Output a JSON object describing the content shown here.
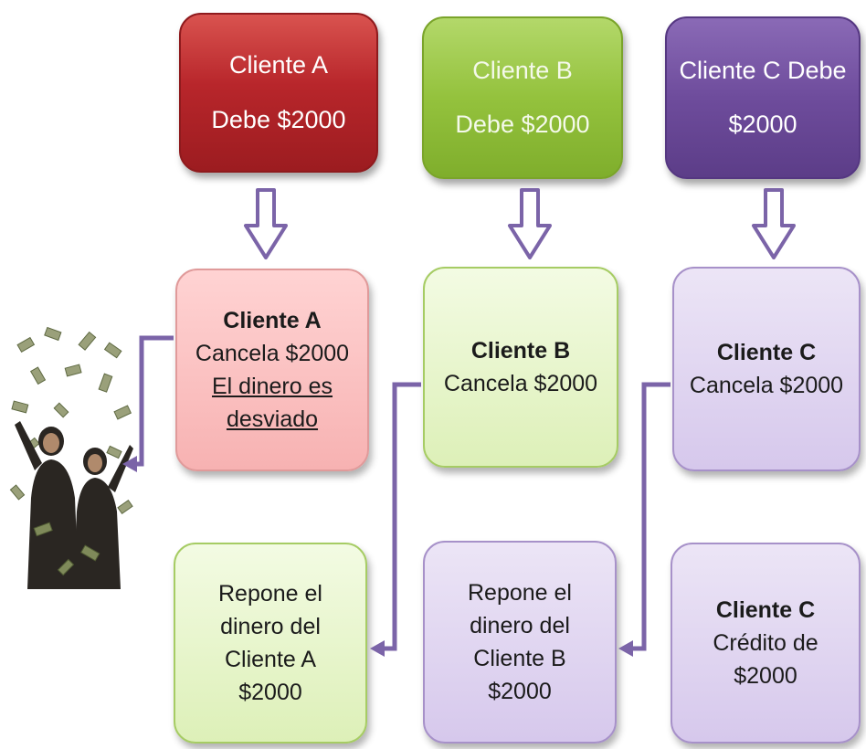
{
  "header_boxes": {
    "a": {
      "line1": "Cliente A",
      "line2": "Debe $2000"
    },
    "b": {
      "line1": "Cliente B",
      "line2": "Debe $2000"
    },
    "c": {
      "line1": "Cliente C Debe",
      "line2": "$2000"
    }
  },
  "middle_boxes": {
    "a": {
      "title": "Cliente A",
      "line2": "Cancela $2000",
      "line3": "El dinero es",
      "line4": "desviado"
    },
    "b": {
      "title": "Cliente B",
      "line2": "Cancela $2000"
    },
    "c": {
      "title": "Cliente C",
      "line2": "Cancela $2000"
    }
  },
  "bottom_boxes": {
    "a": {
      "line1": "Repone el",
      "line2": "dinero del",
      "line3": "Cliente A",
      "line4": "$2000"
    },
    "b": {
      "line1": "Repone el",
      "line2": "dinero del",
      "line3": "Cliente B",
      "line4": "$2000"
    },
    "c": {
      "line1": "Cliente C",
      "line2": "Crédito de",
      "line3": "$2000"
    }
  },
  "colors": {
    "header_a": "#b8262b",
    "header_b": "#94c23d",
    "header_c": "#6e4c9c",
    "arrow": "#7b64a8"
  },
  "icons": {
    "money_photo": "person-surrounded-by-flying-money-image"
  }
}
